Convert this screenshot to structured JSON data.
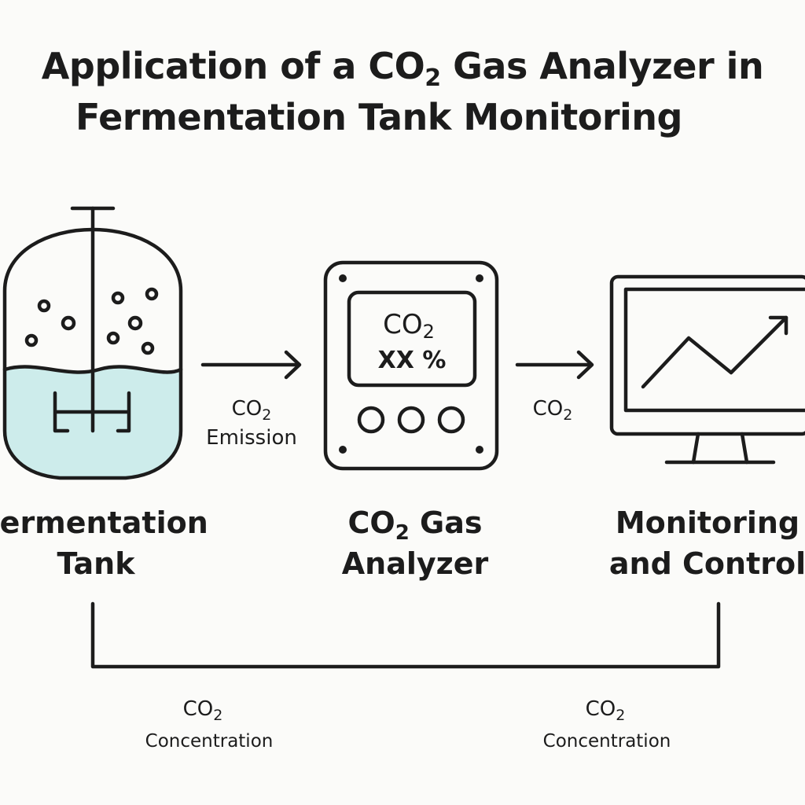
{
  "title": {
    "line1": "Application of a CO",
    "line1_sub": "2",
    "line1_end": " Gas Analyzer in",
    "line2": "Fermentation Tank Monitoring"
  },
  "tank": {
    "label_line1": "Fermentation",
    "label_line2": "Tank",
    "liquid_color": "#cdeceb"
  },
  "arrow_left": {
    "formula": "CO",
    "formula_sub": "2",
    "label": "Emission"
  },
  "analyzer": {
    "screen_formula": "CO",
    "screen_formula_sub": "2",
    "screen_value": "XX %",
    "label_line1": "CO",
    "label_line1_sub": "2",
    "label_line1_end": " Gas",
    "label_line2": "Analyzer",
    "screen_color": "#cdeceb",
    "body_color": "#f0f0ef"
  },
  "arrow_right": {
    "formula": "CO",
    "formula_sub": "2"
  },
  "monitor": {
    "label_line1": "Monitoring",
    "label_line2": "and Control"
  },
  "feedback_left": {
    "formula": "CO",
    "formula_sub": "2",
    "label": "Concentration"
  },
  "feedback_right": {
    "formula": "CO",
    "formula_sub": "2",
    "label": "Concentration"
  }
}
